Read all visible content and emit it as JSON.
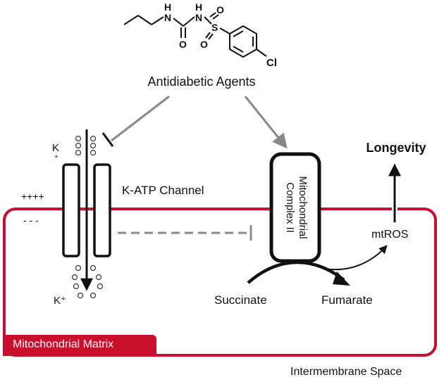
{
  "molecule": {
    "atoms": {
      "n1": "H\nN",
      "n2": "H\nN",
      "o_carbonyl": "O",
      "s": "S",
      "o_s1": "O",
      "o_s2": "O",
      "cl": "Cl"
    }
  },
  "labels": {
    "agents": "Antidiabetic Agents",
    "k_top": "K",
    "k_top_sup": "+",
    "k_bottom": "K⁺",
    "plus": "++++",
    "minus": "- - -",
    "channel": "K-ATP Channel",
    "complex_line1": "Mitochondrial",
    "complex_line2": "Complex II",
    "longevity": "Longevity",
    "mtros": "mtROS",
    "succinate": "Succinate",
    "fumarate": "Fumarate",
    "matrix": "Mitochondrial Matrix",
    "intermembrane": "Intermembrane Space"
  },
  "colors": {
    "membrane": "#c8102e",
    "arrow_gray": "#888888",
    "ink": "#111111"
  }
}
